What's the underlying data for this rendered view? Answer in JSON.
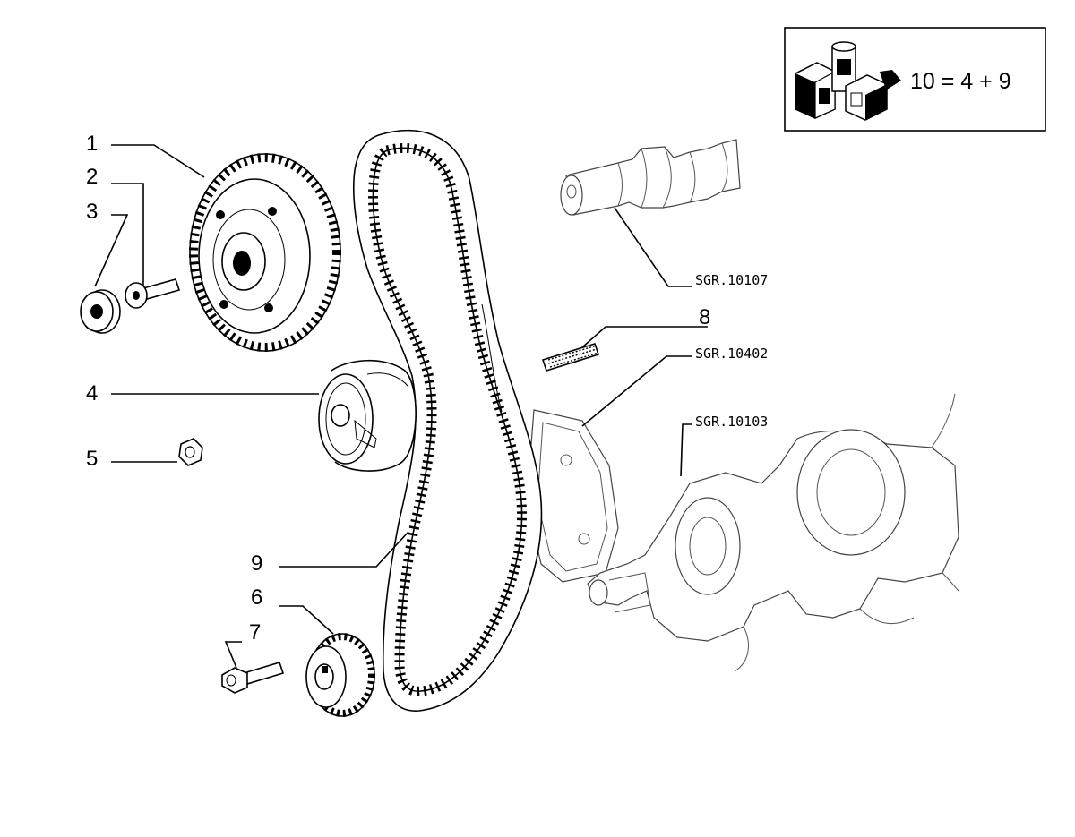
{
  "kit_box": {
    "formula": "10 = 4 + 9",
    "icon": "parts-kit-icon"
  },
  "callouts": [
    {
      "id": "1",
      "label": "1"
    },
    {
      "id": "2",
      "label": "2"
    },
    {
      "id": "3",
      "label": "3"
    },
    {
      "id": "4",
      "label": "4"
    },
    {
      "id": "5",
      "label": "5"
    },
    {
      "id": "6",
      "label": "6"
    },
    {
      "id": "7",
      "label": "7"
    },
    {
      "id": "8",
      "label": "8"
    },
    {
      "id": "9",
      "label": "9"
    }
  ],
  "references": [
    {
      "id": "camshaft",
      "label": "SGR.10107"
    },
    {
      "id": "pump",
      "label": "SGR.10402"
    },
    {
      "id": "crankshaft",
      "label": "SGR.10103"
    }
  ]
}
